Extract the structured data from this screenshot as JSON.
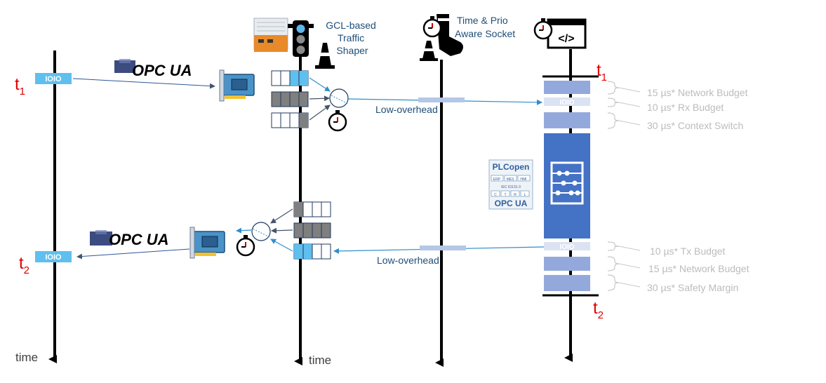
{
  "labels": {
    "shaper": [
      "GCL-based",
      "Traffic",
      "Shaper"
    ],
    "socket": [
      "Time & Prio",
      "Aware Socket"
    ],
    "low_overhead_top": "Low-overhead",
    "low_overhead_bottom": "Low-overhead",
    "time_left": "time",
    "time_mid": "time",
    "t1_left": "t",
    "t1_left_sub": "1",
    "t2_left": "t",
    "t2_left_sub": "2",
    "t1_right": "t",
    "t1_right_sub": "1",
    "t2_right": "t",
    "t2_right_sub": "2",
    "packet": "IOIO",
    "opcua_logo": "OPC UA",
    "plcopen": {
      "title": "PLCopen",
      "row1": [
        "ERP",
        "MES",
        "HMI"
      ],
      "row2": "IEC 61131-3",
      "row3": [
        "C",
        "T",
        "R",
        "L"
      ],
      "footer": "OPC UA"
    }
  },
  "budgets": [
    "15 µs* Network Budget",
    "10 µs* Rx Budget",
    "30 µs* Context Switch",
    "10 µs* Tx Budget",
    "15 µs* Network  Budget",
    "30 µs* Safety Margin"
  ],
  "colors": {
    "packet_blue": "#5fbfee",
    "bar_light": "#94a9db",
    "bar_main": "#4472c4",
    "queue_gray": "#7f7f7f",
    "arrow_blue": "#2f8fca",
    "red": "#e00000"
  },
  "icons": [
    "server-icon",
    "traffic-light-icon",
    "traffic-cone-icon",
    "stopwatch-icon",
    "sock-icon",
    "code-window-icon",
    "nic-card-icon",
    "abacus-icon"
  ]
}
